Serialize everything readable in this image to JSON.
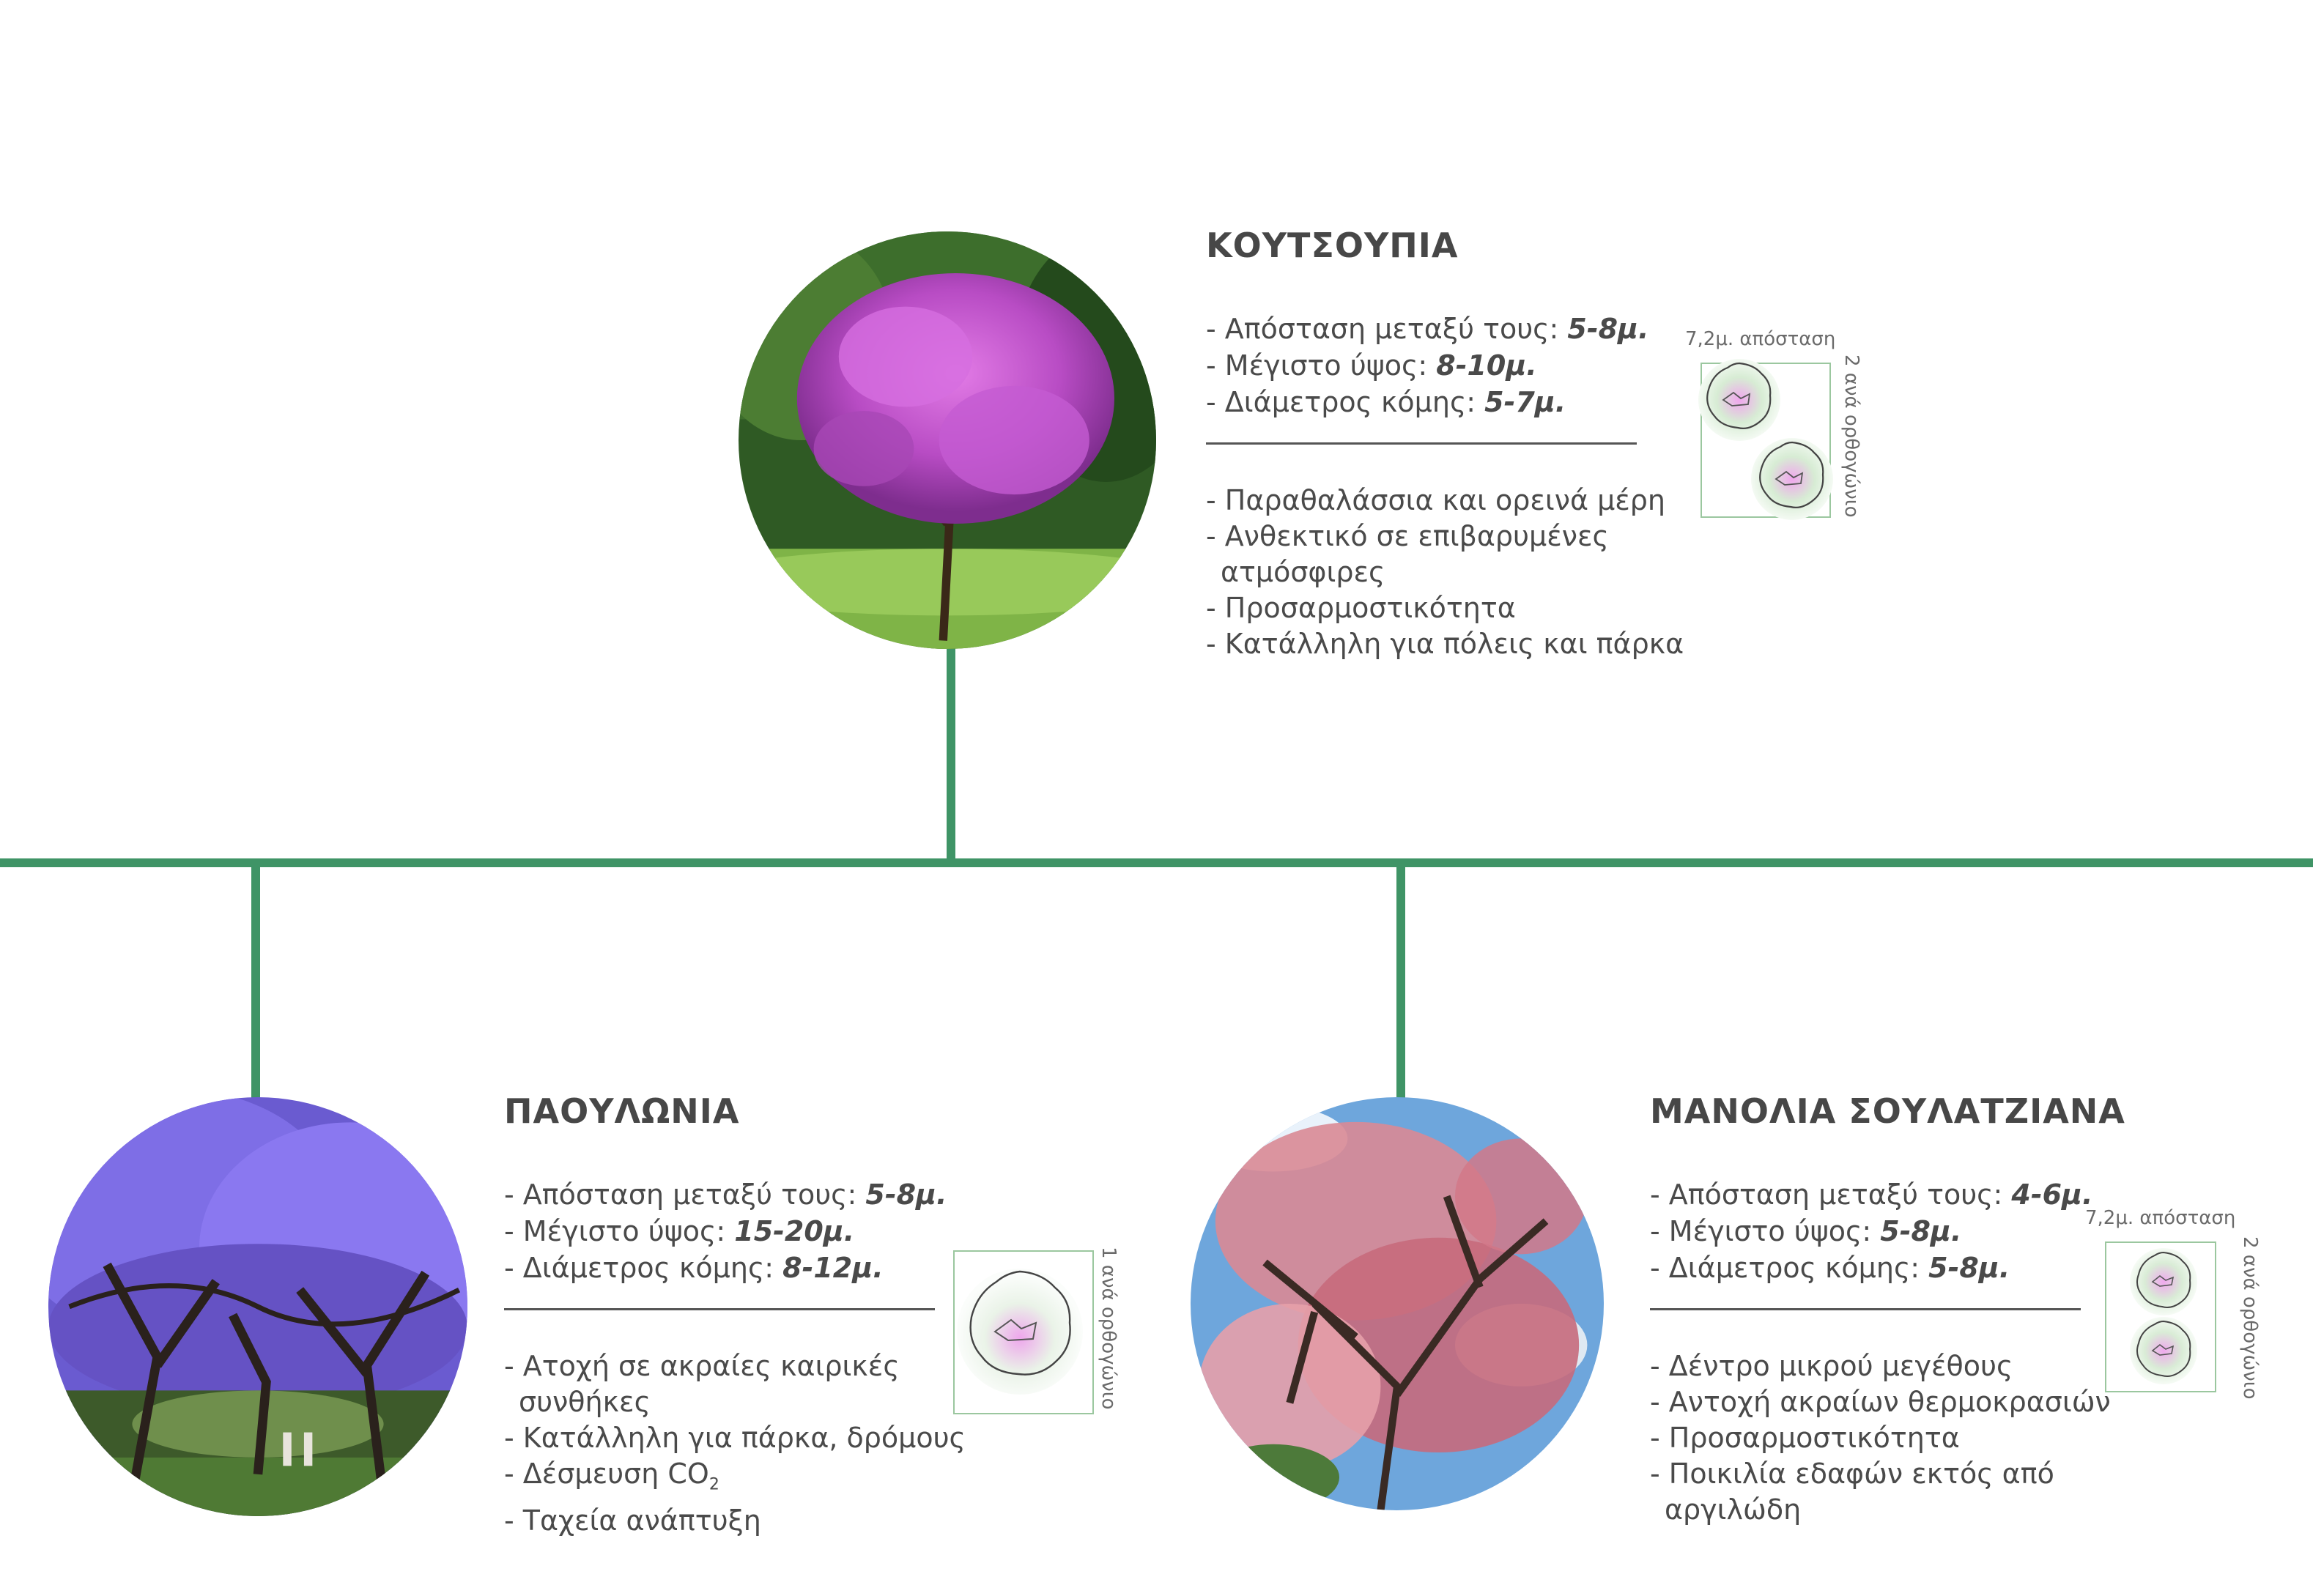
{
  "trees": [
    {
      "name": "ΚΟΥΤΣΟΥΠΙΑ",
      "specs": [
        {
          "label": "- Απόσταση μεταξύ τους: ",
          "value": "5-8μ."
        },
        {
          "label": "- Μέγιστο ύψος: ",
          "value": "8-10μ."
        },
        {
          "label": "- Διάμετρος κόμης: ",
          "value": "5-7μ."
        }
      ],
      "features": [
        [
          "- Παραθαλάσσια και ορεινά μέρη"
        ],
        [
          "- Ανθεκτικό σε επιβαρυμένες",
          "ατμόσφιρες"
        ],
        [
          "- Προσαρμοστικότητα"
        ],
        [
          "- Κατάλληλη για πόλεις και πάρκα"
        ]
      ],
      "plan": {
        "top": "7,2μ. απόσταση",
        "side": "2 ανά ορθογώνιο"
      }
    },
    {
      "name": "ΠΑΟΥΛΩΝΙΑ",
      "specs": [
        {
          "label": "- Απόσταση μεταξύ τους: ",
          "value": "5-8μ."
        },
        {
          "label": "- Μέγιστο ύψος: ",
          "value": "15-20μ."
        },
        {
          "label": "- Διάμετρος κόμης: ",
          "value": "8-12μ."
        }
      ],
      "features": [
        [
          "- Ατοχή σε ακραίες καιρικές",
          "συνθήκες"
        ],
        [
          "- Κατάλληλη για πάρκα, δρόμους"
        ],
        [
          "- Ταχεία ανάπτυξη"
        ]
      ],
      "co2": {
        "text": "- Δέσμευση CO",
        "sub": "2"
      },
      "plan": {
        "side": "1 ανά ορθογώνιο"
      }
    },
    {
      "name": "ΜΑΝΟΛΙΑ ΣΟΥΛΑΤΖΙΑΝΑ",
      "specs": [
        {
          "label": "- Απόσταση μεταξύ τους: ",
          "value": "4-6μ."
        },
        {
          "label": "- Μέγιστο ύψος: ",
          "value": "5-8μ."
        },
        {
          "label": "- Διάμετρος κόμης: ",
          "value": "5-8μ."
        }
      ],
      "features": [
        [
          "- Δέντρο μικρού μεγέθους"
        ],
        [
          "- Αντοχή ακραίων θερμοκρασιών"
        ],
        [
          "- Προσαρμοστικότητα"
        ],
        [
          "- Ποικιλία εδαφών εκτός από",
          "αργιλώδη"
        ]
      ],
      "plan": {
        "top": "7,2μ. απόσταση",
        "side": "2 ανά ορθογώνιο"
      }
    }
  ],
  "colors": {
    "connector": "#3f9466",
    "text": "#4a4a4a"
  }
}
